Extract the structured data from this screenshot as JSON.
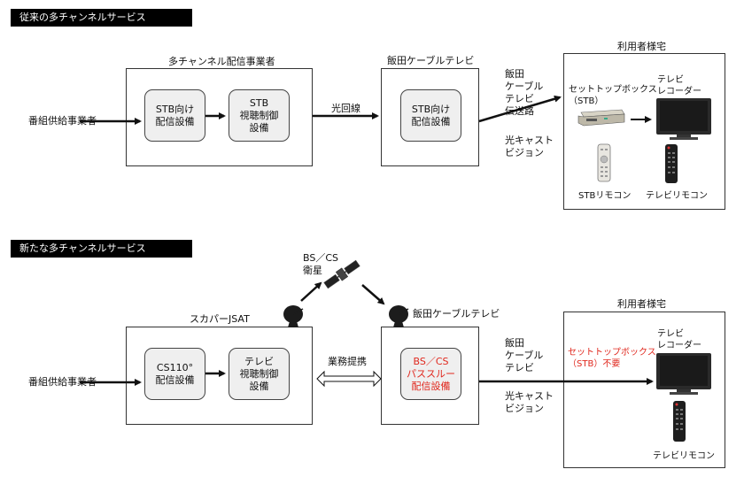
{
  "section1": {
    "banner": "従来の多チャンネルサービス",
    "source": "番組供給事業者",
    "provider": {
      "title": "多チャンネル配信事業者",
      "box1": "STB向け\n配信設備",
      "box2": "STB\n視聴制御\n設備"
    },
    "link": "光回線",
    "cable": {
      "title": "飯田ケーブルテレビ",
      "box": "STB向け\n配信設備"
    },
    "route_label": "飯田\nケーブル\nテレビ\n伝送路",
    "route_label2": "光キャスト\nビジョン",
    "home": {
      "title": "利用者様宅",
      "stb": "セットトップボックス\n（STB）",
      "tv": "テレビ\nレコーダー",
      "remote1": "STBリモコン",
      "remote2": "テレビリモコン"
    }
  },
  "section2": {
    "banner": "新たな多チャンネルサービス",
    "source": "番組供給事業者",
    "satellite": "BS／CS\n衛星",
    "provider": {
      "title": "スカパーJSAT",
      "box1": "CS110°\n配信設備",
      "box2": "テレビ\n視聴制御\n設備"
    },
    "partnership": "業務提携",
    "cable": {
      "title": "飯田ケーブルテレビ",
      "box": "BS／CS\nパススルー\n配信設備"
    },
    "route_label": "飯田\nケーブル\nテレビ",
    "route_label2": "光キャスト\nビジョン",
    "home": {
      "title": "利用者様宅",
      "stb_note": "セットトップボックス\n（STB）不要",
      "tv": "テレビ\nレコーダー",
      "remote": "テレビリモコン"
    }
  },
  "colors": {
    "accent_red": "#e0281e",
    "banner_bg": "#000000",
    "inner_box_bg": "#efefef"
  }
}
